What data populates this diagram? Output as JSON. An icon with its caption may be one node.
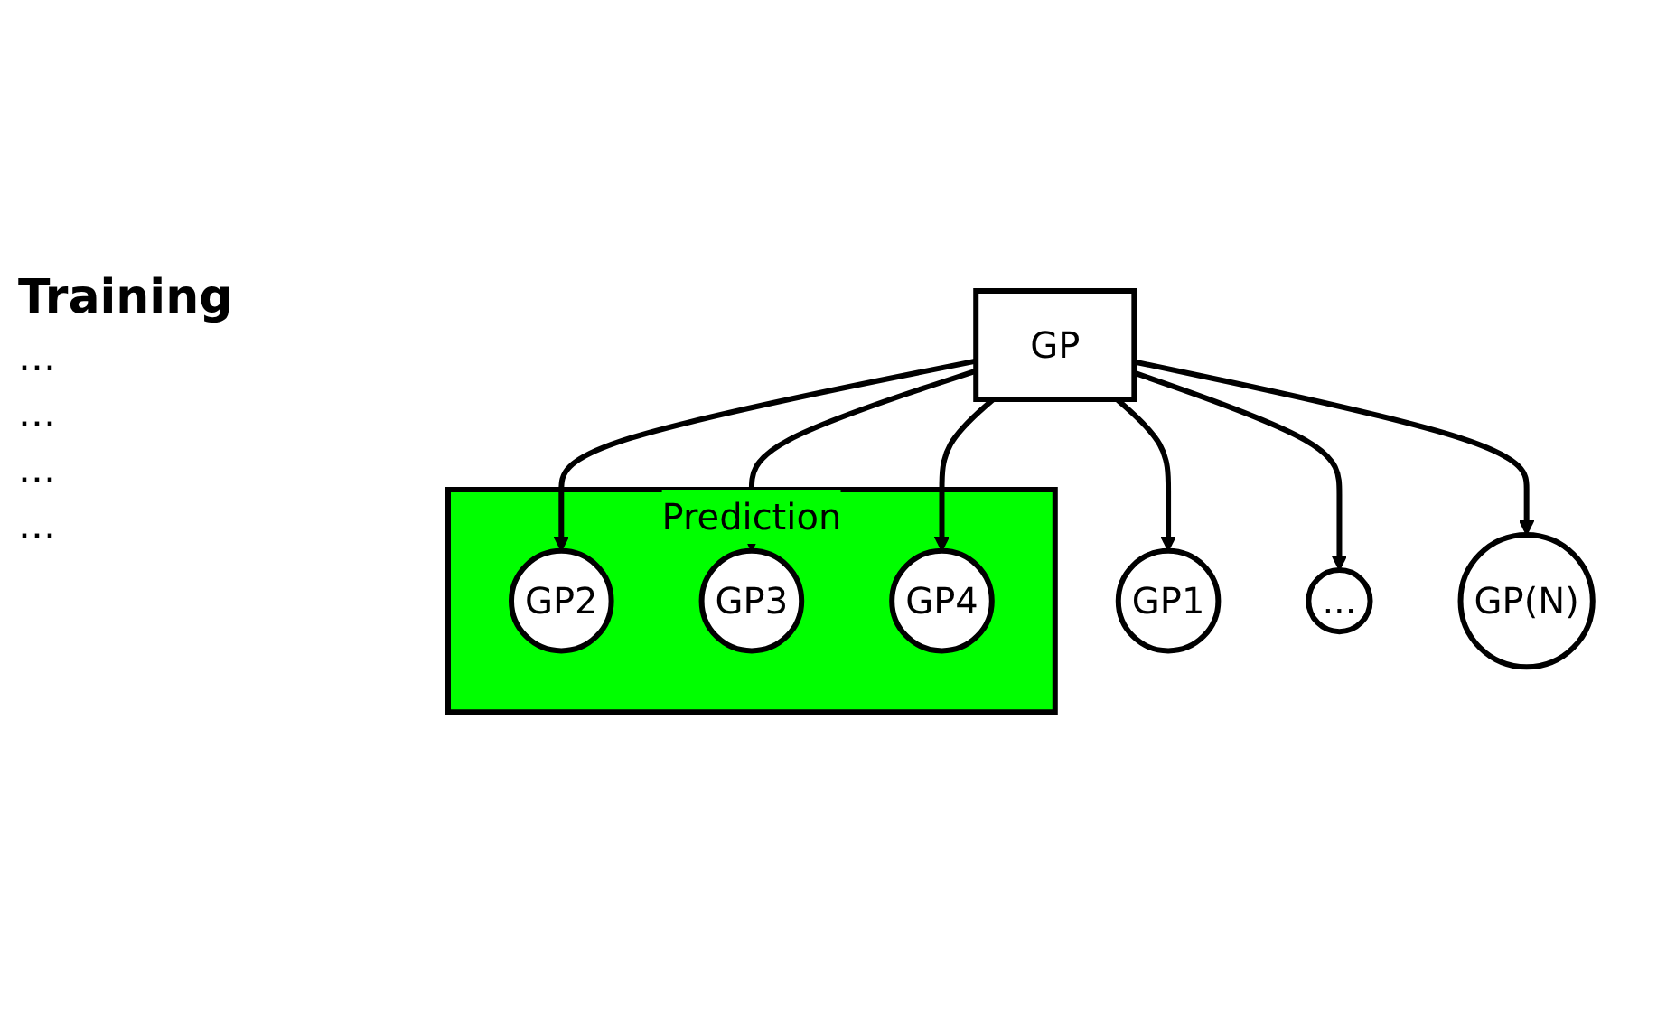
{
  "diagram": {
    "nodes": [
      {
        "text": [
          "GP"
        ]
      },
      {
        "text": [
          "GP1"
        ]
      },
      {
        "text": [
          "Prediction"
        ]
      },
      {
        "text": [
          "GP2"
        ],
        "in": 2
      },
      {
        "text": [
          "GP3"
        ],
        "in": 2
      },
      {
        "text": [
          "GP4"
        ],
        "in": 2
      },
      {
        "text": [
          "..."
        ]
      },
      {
        "text": [
          "GP(N)"
        ]
      }
    ],
    "edges": [
      {
        "from": 0,
        "to": 1,
        "arrow": "to"
      },
      {
        "from": 0,
        "to": 3,
        "arrow": "to"
      },
      {
        "from": 0,
        "to": 4,
        "arrow": "to"
      },
      {
        "from": 0,
        "to": 5,
        "arrow": "to"
      },
      {
        "from": 0,
        "to": 6,
        "arrow": "to"
      },
      {
        "from": 0,
        "to": 7,
        "arrow": "to"
      }
    ],
    "labels": [
      "Training",
      "...",
      "...",
      "...",
      "..."
    ]
  }
}
